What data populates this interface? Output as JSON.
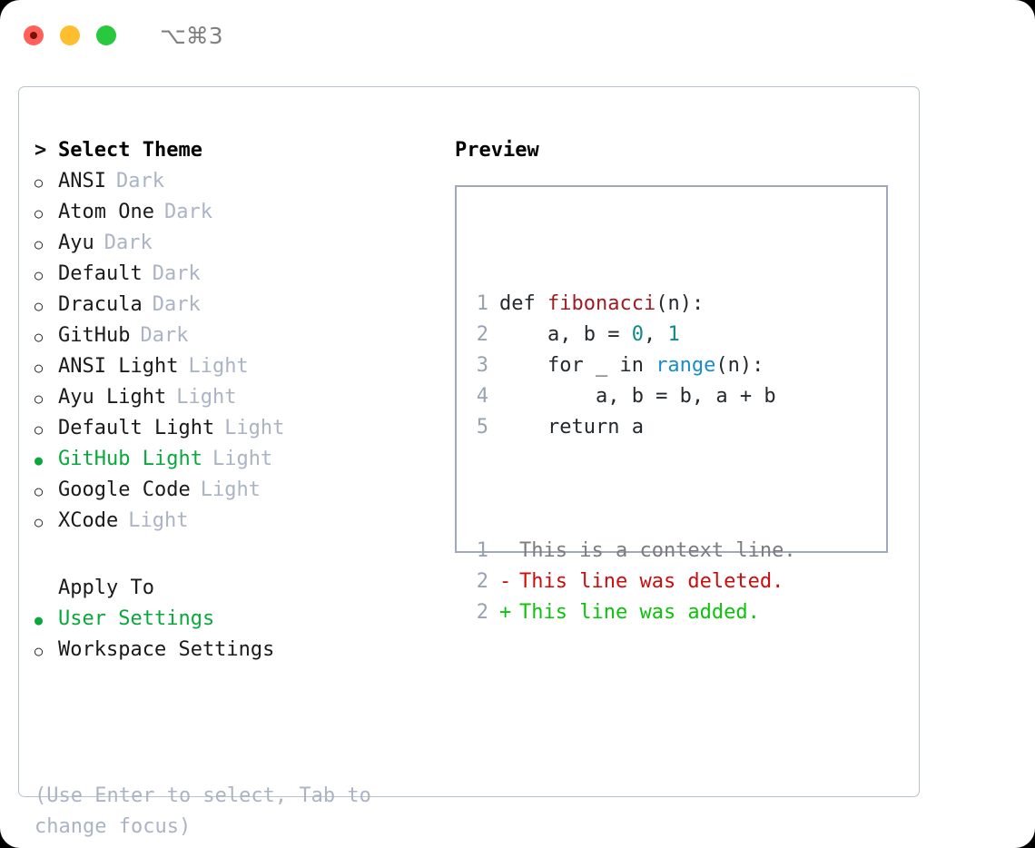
{
  "window": {
    "title_shortcut": "⌥⌘3",
    "traffic_lights": [
      "close-red",
      "minimize-yellow",
      "maximize-green"
    ]
  },
  "theme_list": {
    "header_marker": ">",
    "header_label": "Select Theme",
    "items": [
      {
        "marker": "○",
        "label": "ANSI",
        "tag": "Dark",
        "selected": false
      },
      {
        "marker": "○",
        "label": "Atom One",
        "tag": "Dark",
        "selected": false
      },
      {
        "marker": "○",
        "label": "Ayu",
        "tag": "Dark",
        "selected": false
      },
      {
        "marker": "○",
        "label": "Default",
        "tag": "Dark",
        "selected": false
      },
      {
        "marker": "○",
        "label": "Dracula",
        "tag": "Dark",
        "selected": false
      },
      {
        "marker": "○",
        "label": "GitHub",
        "tag": "Dark",
        "selected": false
      },
      {
        "marker": "○",
        "label": "ANSI Light",
        "tag": "Light",
        "selected": false
      },
      {
        "marker": "○",
        "label": "Ayu Light",
        "tag": "Light",
        "selected": false
      },
      {
        "marker": "○",
        "label": "Default Light",
        "tag": "Light",
        "selected": false
      },
      {
        "marker": "●",
        "label": "GitHub Light",
        "tag": "Light",
        "selected": true
      },
      {
        "marker": "○",
        "label": "Google Code",
        "tag": "Light",
        "selected": false
      },
      {
        "marker": "○",
        "label": "XCode",
        "tag": "Light",
        "selected": false
      }
    ]
  },
  "apply_to": {
    "header_label": "Apply To",
    "options": [
      {
        "marker": "●",
        "label": "User Settings",
        "selected": true
      },
      {
        "marker": "○",
        "label": "Workspace Settings",
        "selected": false
      }
    ]
  },
  "hint": {
    "line1": "(Use Enter to select, Tab to",
    "line2": "change focus)"
  },
  "preview": {
    "title": "Preview",
    "code_lines": [
      {
        "n": "1",
        "tokens": [
          {
            "t": "def ",
            "k": "plain"
          },
          {
            "t": "fibonacci",
            "k": "fn"
          },
          {
            "t": "(n):",
            "k": "plain"
          }
        ]
      },
      {
        "n": "2",
        "tokens": [
          {
            "t": "    a, b = ",
            "k": "plain"
          },
          {
            "t": "0",
            "k": "num"
          },
          {
            "t": ", ",
            "k": "plain"
          },
          {
            "t": "1",
            "k": "num"
          }
        ]
      },
      {
        "n": "3",
        "tokens": [
          {
            "t": "    for _ in ",
            "k": "plain"
          },
          {
            "t": "range",
            "k": "call"
          },
          {
            "t": "(n):",
            "k": "plain"
          }
        ]
      },
      {
        "n": "4",
        "tokens": [
          {
            "t": "        a, b = b, a + b",
            "k": "plain"
          }
        ]
      },
      {
        "n": "5",
        "tokens": [
          {
            "t": "    return a",
            "k": "plain"
          }
        ]
      }
    ],
    "diff_lines": [
      {
        "n": "1",
        "sign": " ",
        "text": "This is a context line.",
        "kind": "ctx"
      },
      {
        "n": "2",
        "sign": "-",
        "text": "This line was deleted.",
        "kind": "del"
      },
      {
        "n": "2",
        "sign": "+",
        "text": "This line was added.",
        "kind": "add"
      }
    ]
  },
  "colors": {
    "accent_green": "#0aa83c",
    "tag_gray": "#aab4c5",
    "line_number": "#97a3b4",
    "syntax_function": "#a31b21",
    "syntax_number": "#0d8a8a",
    "syntax_call": "#1a8cc8",
    "diff_added": "#0bc30b",
    "diff_deleted": "#cc0d0d",
    "diff_context": "#7c7c7c",
    "border": "#9eaabb"
  }
}
